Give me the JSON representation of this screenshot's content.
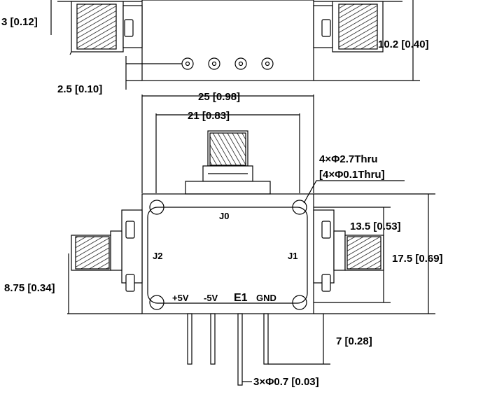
{
  "top_view": {
    "dim_left_top": "3 [0.12]",
    "dim_right_height": "10.2 [0.40]",
    "dim_left_bottom": "2.5 [0.10]"
  },
  "front_view": {
    "width_outer": "25 [0.98]",
    "width_inner": "21 [0.83]",
    "hole_callout_line1": "4×Φ2.7Thru",
    "hole_callout_line2": "[4×Φ0.1Thru]",
    "dim_connector_offset": "13.5 [0.53]",
    "dim_body_height": "17.5 [0.69]",
    "dim_left_offset": "8.75 [0.34]",
    "dim_pin_length": "7 [0.28]",
    "dim_pin_dia": "3×Φ0.7 [0.03]"
  },
  "ports": {
    "j0": "J0",
    "j1": "J1",
    "j2": "J2",
    "plus5v": "+5V",
    "minus5v": "-5V",
    "e1": "E1",
    "gnd": "GND"
  }
}
